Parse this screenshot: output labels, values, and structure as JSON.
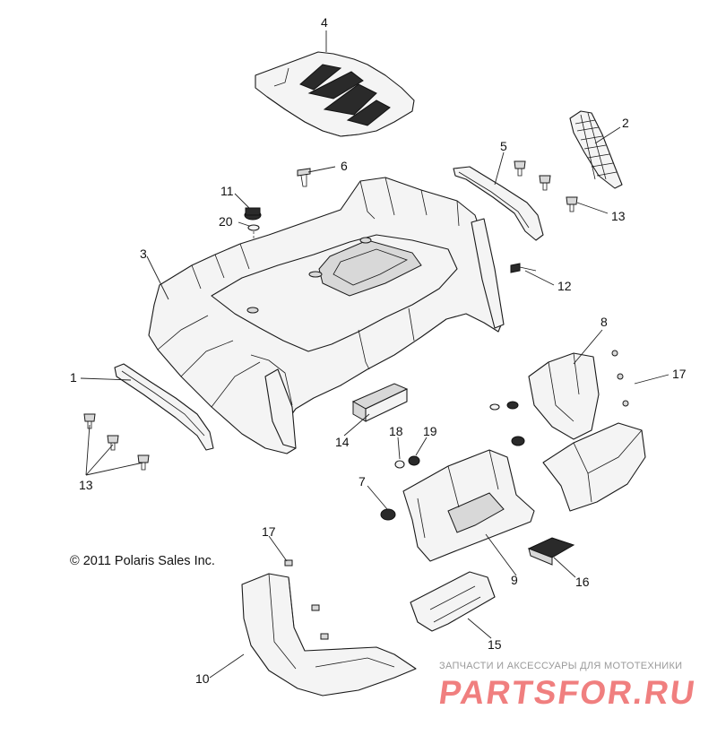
{
  "diagram": {
    "copyright": "© 2011 Polaris Sales Inc.",
    "callouts": [
      "4",
      "2",
      "5",
      "6",
      "11",
      "20",
      "13",
      "3",
      "12",
      "8",
      "17",
      "1",
      "14",
      "18",
      "19",
      "13",
      "7",
      "9",
      "16",
      "17",
      "15",
      "10"
    ]
  },
  "watermark": {
    "caption": "ЗАПЧАСТИ И АКСЕССУАРЫ ДЛЯ МОТОТЕХНИКИ",
    "logo": "PARTSFOR.RU"
  }
}
